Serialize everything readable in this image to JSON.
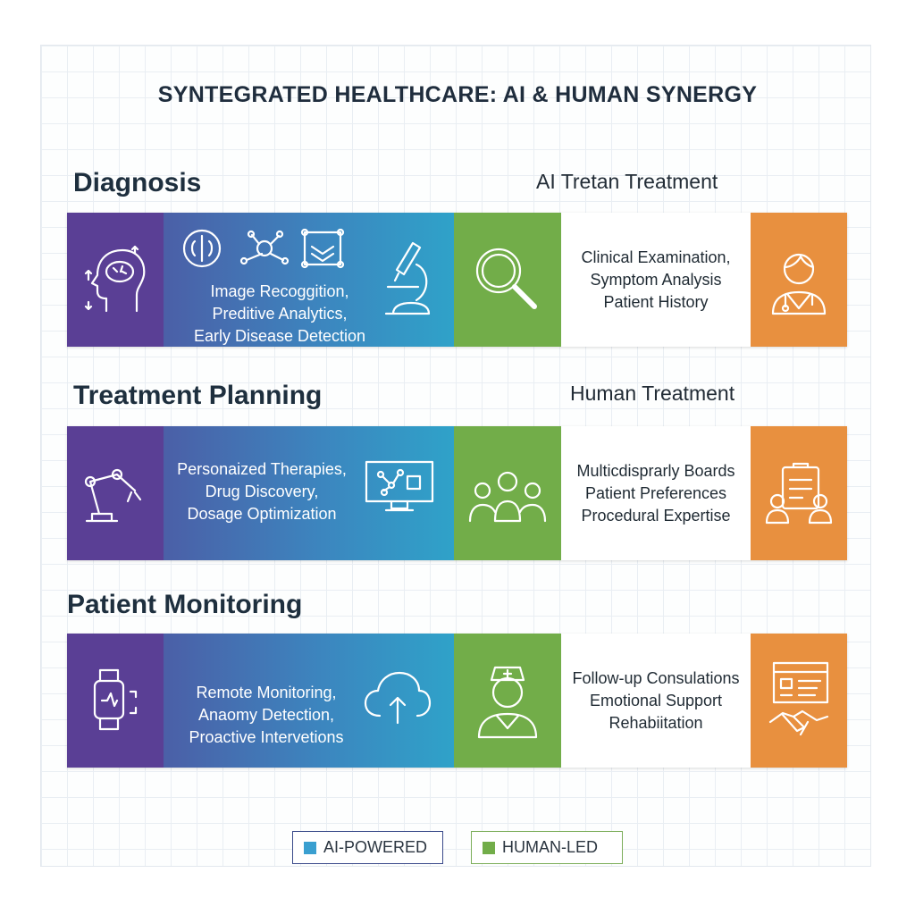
{
  "title": "SYNTEGRATED HEALTHCARE: AI & HUMAN SYNERGY",
  "colors": {
    "ai_start": "#5a3f95",
    "ai_accent": "#2fa2c9",
    "human": "#72ad49",
    "human_accent": "#e8903f"
  },
  "rows": [
    {
      "heading": "Diagnosis",
      "right_label": "AI Tretan Treatment",
      "ai_text": [
        "Image Recoggition,",
        "Preditive Analytics,",
        "Early Disease Detection"
      ],
      "human_text": [
        "Clinical Examination,",
        "Symptom Analysis",
        "Patient History"
      ]
    },
    {
      "heading": "Treatment Planning",
      "right_label": "Human Treatment",
      "ai_text": [
        "Personaized Therapies,",
        "Drug Discovery,",
        "Dosage Optimization"
      ],
      "human_text": [
        "Multicdisprarly Boards",
        "Patient Preferences",
        "Procedural Expertise"
      ]
    },
    {
      "heading": "Patient Monitoring",
      "ai_text": [
        "Remote Monitoring,",
        "Anaomy Detection,",
        "Proactive Intervetions"
      ],
      "human_text": [
        "Follow-up Consulations",
        "Emotional Support",
        "Rehabiitation"
      ]
    }
  ],
  "legend": [
    {
      "label": "AI-POWERED",
      "color": "#3a9fd0"
    },
    {
      "label": "HUMAN-LED",
      "color": "#72ad49"
    }
  ]
}
